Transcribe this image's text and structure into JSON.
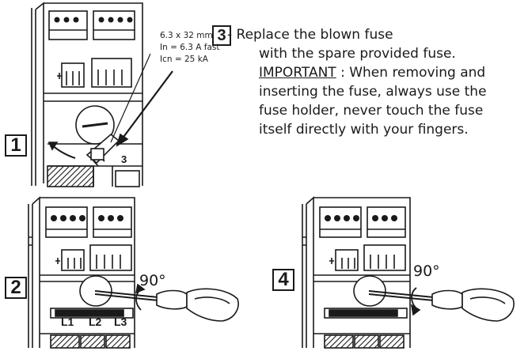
{
  "steps": {
    "step1": "1",
    "step2": "2",
    "step3": "3",
    "step4": "4"
  },
  "fuse_spec": {
    "line1": "6.3 x 32 mm",
    "line2": "In = 6.3 A fast",
    "line3": "Icn = 25 kA"
  },
  "instruction": {
    "line1": "- Replace the blown fuse",
    "line2": "with the spare provided fuse.",
    "important_label": "IMPORTANT",
    "important_rest": " : When removing and",
    "line4": "inserting the fuse, always use the",
    "line5": "fuse holder, never touch the fuse",
    "line6": "itself directly with your fingers."
  },
  "angle": {
    "step2": "90°",
    "step4": "90°"
  },
  "device": {
    "pole1": "L1",
    "pole2": "L2",
    "pole3": "L3",
    "fuse_no": "3"
  }
}
